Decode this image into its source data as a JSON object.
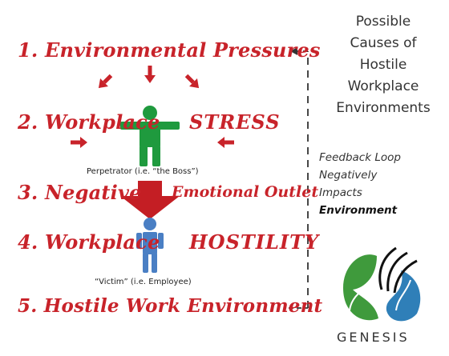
{
  "steps": {
    "s1": "1. Environmental Pressures",
    "s2": "2. Workplace",
    "s3": "3. Negative",
    "s4": "4. Workplace",
    "s5": "5. Hostile Work Environment"
  },
  "labels": {
    "stress": "STRESS",
    "outlet": "Emotional Outlet",
    "hostility": "HOSTILITY",
    "perpetrator": "Perpetrator (i.e. “the Boss”)",
    "victim": "“Victim” (i.e. Employee)"
  },
  "side_title": [
    "Possible",
    "Causes of",
    "Hostile",
    "Workplace",
    "Environments"
  ],
  "feedback": {
    "line1": "Feedback Loop",
    "line2": "Negatively",
    "line3": "Impacts",
    "line4": "Environment"
  },
  "logo": {
    "name": "GENESIS"
  },
  "colors": {
    "red": "#c8232a",
    "perpetrator_green": "#1f9a3e",
    "victim_blue": "#4a7fc4",
    "logo_green": "#3f9a3c",
    "logo_blue": "#2f7fb8"
  }
}
